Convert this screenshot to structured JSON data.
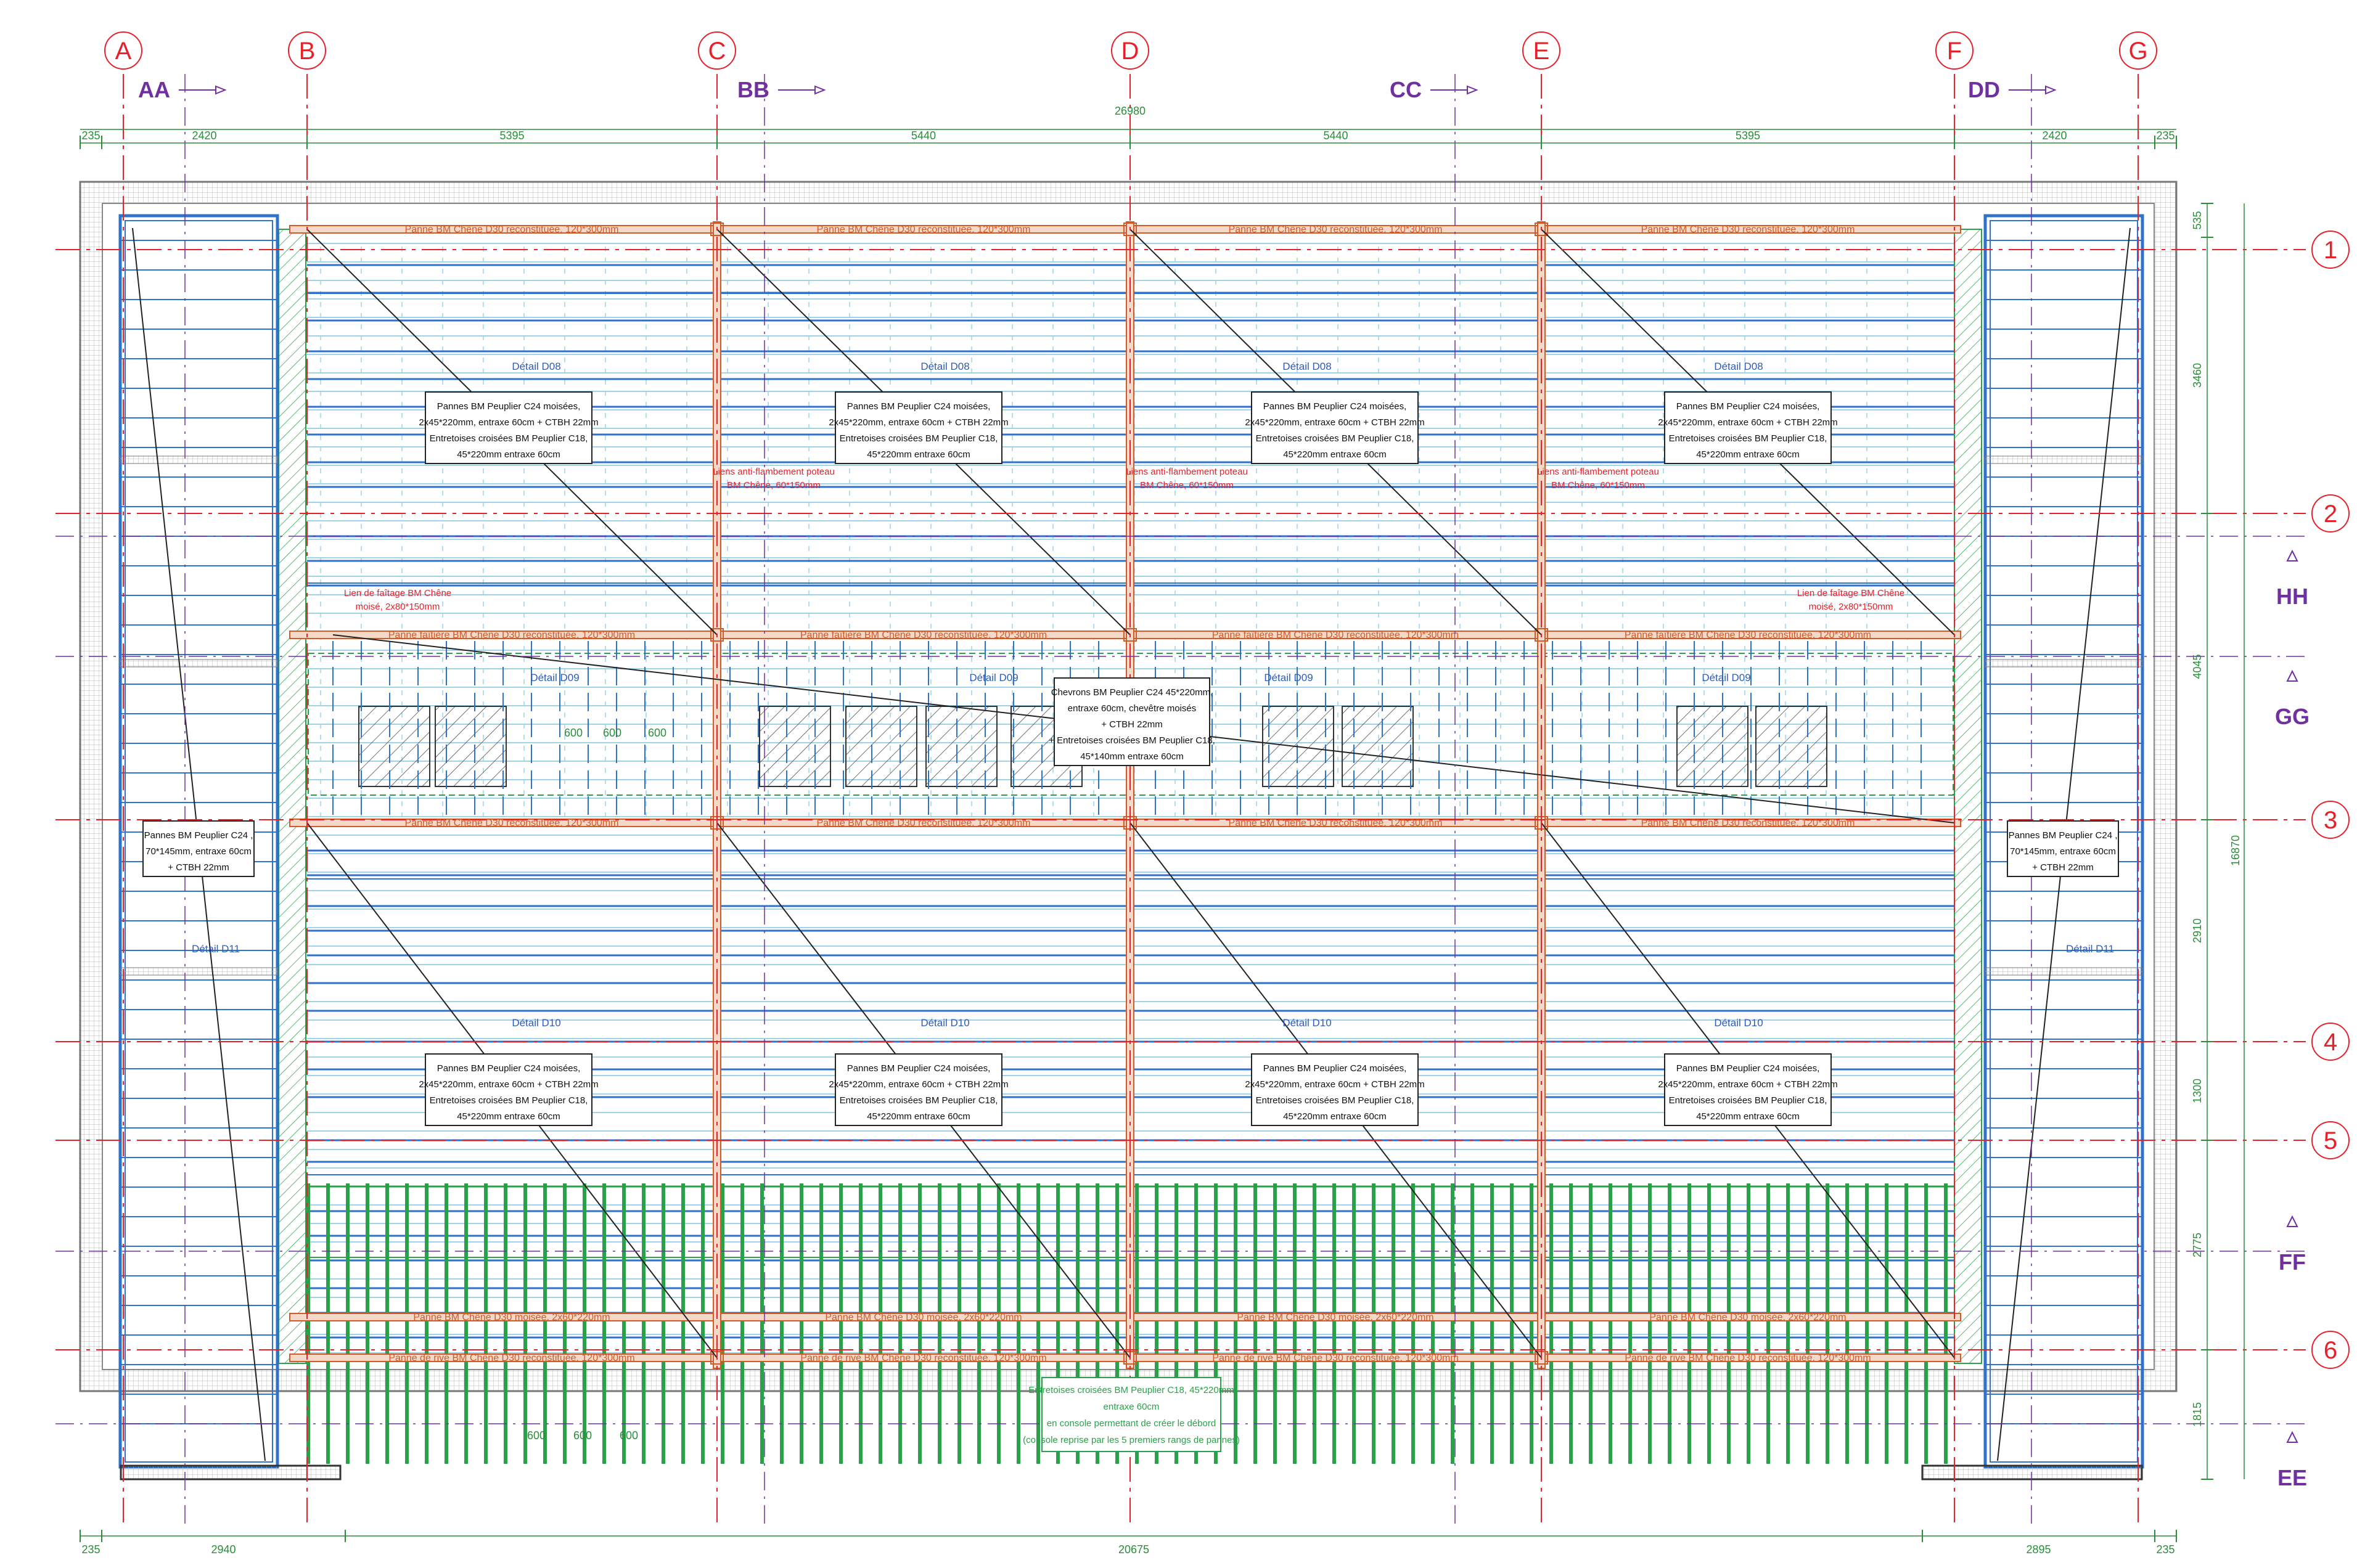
{
  "grid_columns": [
    "A",
    "B",
    "C",
    "D",
    "E",
    "F",
    "G"
  ],
  "grid_rows": [
    "1",
    "2",
    "3",
    "4",
    "5",
    "6"
  ],
  "section_marks": [
    "AA",
    "BB",
    "CC",
    "DD",
    "HH",
    "GG",
    "FF",
    "EE"
  ],
  "dimensions": {
    "top_total": "26980",
    "top_segments": [
      "235",
      "2420",
      "5395",
      "5440",
      "5440",
      "5395",
      "2420",
      "235"
    ],
    "bottom_segments": [
      "235",
      "2940",
      "20675",
      "2895",
      "235"
    ],
    "right_segments": [
      "535",
      "3460",
      "4045",
      "2910",
      "1300",
      "2775",
      "1815"
    ],
    "right_total": "16870",
    "spacing": "600"
  },
  "beam_labels": {
    "panne_top": "Panne BM Chêne D30 reconstituée, 120*300mm",
    "panne_faitiere": "Panne faîtière BM Chêne D30 reconstituée, 120*300mm",
    "panne_mid": "Panne BM Chêne D30 reconstituée, 120*300mm",
    "panne_moisee": "Panne BM Chêne D30 moisée, 2x60*220mm",
    "panne_rive": "Panne de rive BM Chêne D30 reconstituée, 120*300mm"
  },
  "details": {
    "d08": "Détail D08",
    "d09": "Détail D09",
    "d10": "Détail D10",
    "d11": "Détail D11"
  },
  "notes": {
    "pannes_moisees": [
      "Pannes BM Peuplier C24 moisées,",
      "2x45*220mm, entraxe 60cm + CTBH 22mm",
      "Entretoises croisées BM Peuplier C18,",
      "45*220mm entraxe 60cm"
    ],
    "pannes_side": [
      "Pannes BM Peuplier C24 ,",
      "70*145mm, entraxe 60cm",
      "+ CTBH 22mm"
    ],
    "chevrons": [
      "Chevrons BM Peuplier C24 45*220mm,",
      "entraxe 60cm, chevêtre moisés",
      "+ CTBH 22mm",
      "+ Entretoises croisées BM Peuplier C18,",
      "45*140mm entraxe 60cm"
    ],
    "liens_poteau": [
      "Liens anti-flambement poteau",
      "BM Chêne, 60*150mm"
    ],
    "lien_faitage": [
      "Lien de faîtage BM Chêne",
      "moisé, 2x80*150mm"
    ],
    "entretoises_console": [
      "Entretoises croisées BM Peuplier C18, 45*220mm",
      "entraxe 60cm",
      "en console permettant de créer le débord",
      "(console reprise par les 5 premiers rangs de pannes)"
    ]
  },
  "colors": {
    "grid_red": "#e8202a",
    "section_purple": "#7030a0",
    "beam_orange": "#d05a28",
    "purlin_blue": "#2f72c9",
    "light_cyan": "#9fd3ea",
    "hatch_green": "#2aa04a",
    "dim_green": "#2a8c3a"
  }
}
